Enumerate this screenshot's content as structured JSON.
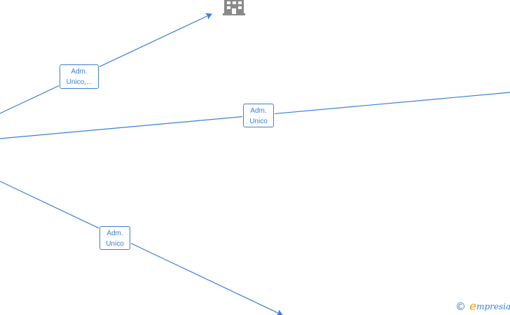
{
  "edges": [
    {
      "id": "edge-1",
      "label_lines": [
        "Adm.",
        "Unico,..."
      ]
    },
    {
      "id": "edge-2",
      "label_lines": [
        "Adm.",
        "Unico"
      ]
    },
    {
      "id": "edge-3",
      "label_lines": [
        "Adm.",
        "Unico"
      ]
    }
  ],
  "nodes": {
    "company_icon": "building-icon"
  },
  "watermark": {
    "copyright_symbol": "©",
    "brand_initial": "e",
    "brand_rest": "mpresia"
  },
  "colors": {
    "edge": "#3d7fd6",
    "label_border": "#3d7fd6",
    "label_text": "#3d7fd6",
    "building": "#8a8a8a",
    "brand_accent": "#e89a1c",
    "brand_text": "#3d7fd6"
  }
}
